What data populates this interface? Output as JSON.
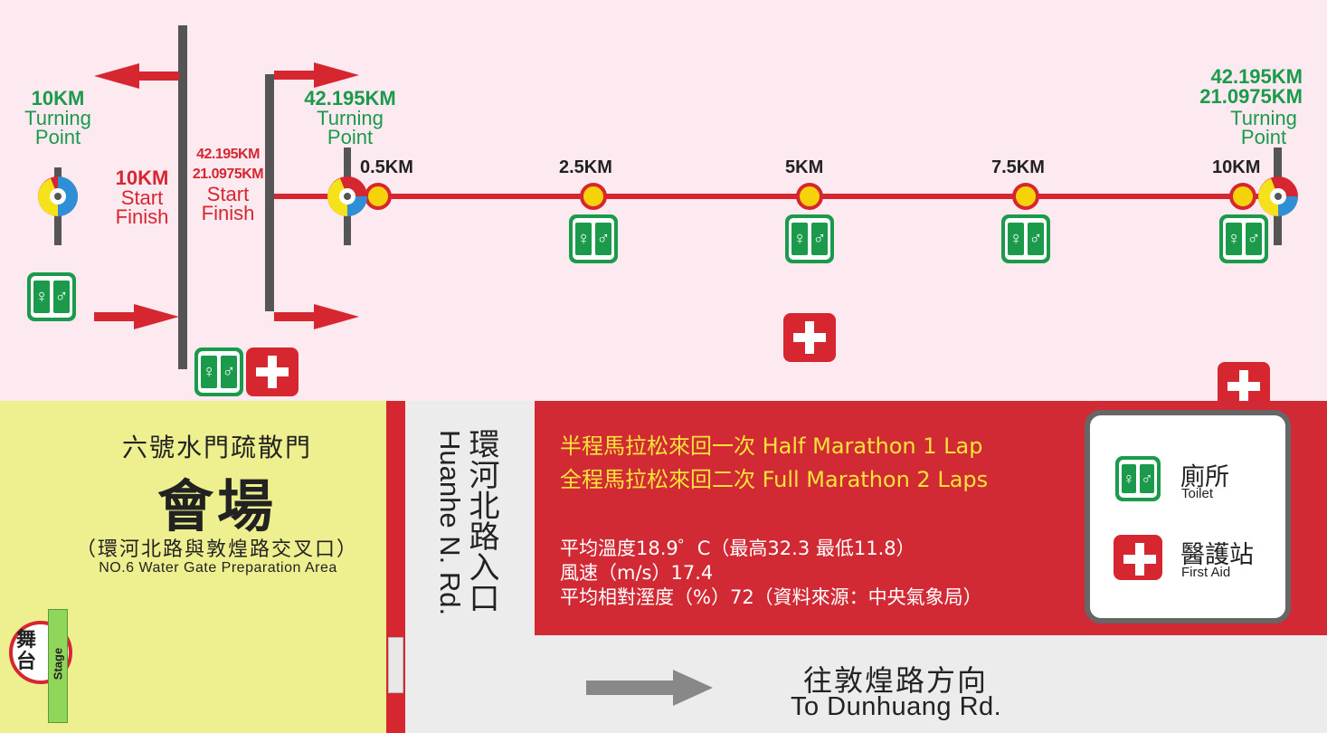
{
  "colors": {
    "background": "#fdeaf1",
    "route_red": "#d6262f",
    "green": "#1a9a4a",
    "yellow_marker": "#f6d20a",
    "pole_grey": "#555555",
    "venue_yellow": "#eef08f",
    "info_red": "#d12a34",
    "road_grey": "#ececec"
  },
  "labels": {
    "turn10_km": "10KM",
    "turn10_turning": "Turning",
    "turn10_point": "Point",
    "start10_km": "10KM",
    "start10_start": "Start",
    "start10_finish": "Finish",
    "startfull_km": "42.195KM",
    "starthalf_km": "21.0975KM",
    "startfull_start": "Start",
    "startfull_finish": "Finish",
    "turnfull_km": "42.195KM",
    "turnfull_turning": "Turning",
    "turnfull_point": "Point",
    "turnright_km1": "42.195KM",
    "turnright_km2": "21.0975KM",
    "turnright_turning": "Turning",
    "turnright_point": "Point"
  },
  "km_markers": [
    {
      "label": "0.5KM"
    },
    {
      "label": "2.5KM"
    },
    {
      "label": "5KM"
    },
    {
      "label": "7.5KM"
    },
    {
      "label": "10KM"
    }
  ],
  "venue": {
    "gate_name": "六號水門疏散門",
    "venue_title": "會場",
    "intersection": "（環河北路與敦煌路交叉口）",
    "english": "NO.6 Water Gate Preparation Area",
    "stage_cn": "舞台",
    "stage_en": "Stage"
  },
  "road": {
    "name_cn": "環河北路入口",
    "name_en": "Huanhe N. Rd."
  },
  "info": {
    "half_line": "半程馬拉松來回一次 Half Marathon 1 Lap",
    "full_line": "全程馬拉松來回二次 Full Marathon 2 Laps",
    "weather_1": "平均溫度18.9゜C（最高32.3 最低11.8）",
    "weather_2": "風速（m/s）17.4",
    "weather_3": "平均相對溼度（%）72（資料來源：中央氣象局）"
  },
  "legend": {
    "toilet_cn": "廁所",
    "toilet_en": "Toilet",
    "firstaid_cn": "醫護站",
    "firstaid_en": "First Aid"
  },
  "direction": {
    "cn": "往敦煌路方向",
    "en": "To Dunhuang Rd."
  },
  "icons": {
    "toilet": "toilet-icon",
    "first_aid": "first-aid-icon",
    "turnaround": "turnaround-icon",
    "arrow": "arrow-icon"
  }
}
